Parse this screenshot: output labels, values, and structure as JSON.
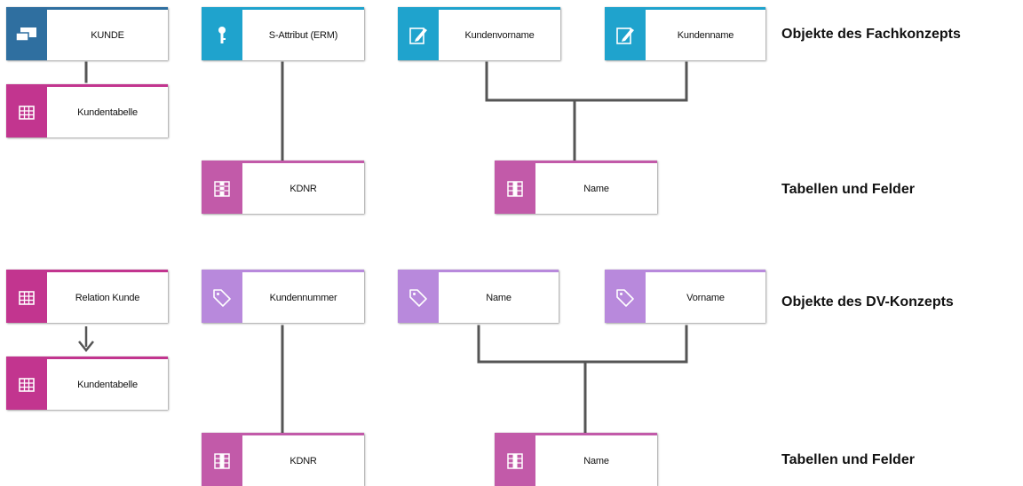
{
  "colors": {
    "entity": "#2f6fa0",
    "table": "#c2358f",
    "field": "#c25aa9",
    "attribute": "#1fa3cd",
    "dv_attribute": "#b889dc",
    "line": "#555555"
  },
  "rows": {
    "fachkonzept": "Objekte des Fachkonzepts",
    "tabellen_1": "Tabellen und Felder",
    "dv_konzept": "Objekte des DV-Konzepts",
    "tabellen_2": "Tabellen und Felder"
  },
  "nodes": {
    "kunde": {
      "label": "KUNDE",
      "icon": "entity-icon"
    },
    "kundentabelle_1": {
      "label": "Kundentabelle",
      "icon": "table-icon"
    },
    "s_attribut": {
      "label": "S-Attribut (ERM)",
      "icon": "key-icon"
    },
    "kundenvorname": {
      "label": "Kundenvorname",
      "icon": "edit-icon"
    },
    "kundenname": {
      "label": "Kundenname",
      "icon": "edit-icon"
    },
    "kdnr_1": {
      "label": "KDNR",
      "icon": "field-icon"
    },
    "name_field_1": {
      "label": "Name",
      "icon": "field-icon"
    },
    "relation_kunde": {
      "label": "Relation Kunde",
      "icon": "table-icon"
    },
    "kundentabelle_2": {
      "label": "Kundentabelle",
      "icon": "table-icon"
    },
    "kundennummer": {
      "label": "Kundennummer",
      "icon": "tag-icon"
    },
    "name_dv": {
      "label": "Name",
      "icon": "tag-icon"
    },
    "vorname_dv": {
      "label": "Vorname",
      "icon": "tag-icon"
    },
    "kdnr_2": {
      "label": "KDNR",
      "icon": "field-icon"
    },
    "name_field_2": {
      "label": "Name",
      "icon": "field-icon"
    }
  }
}
